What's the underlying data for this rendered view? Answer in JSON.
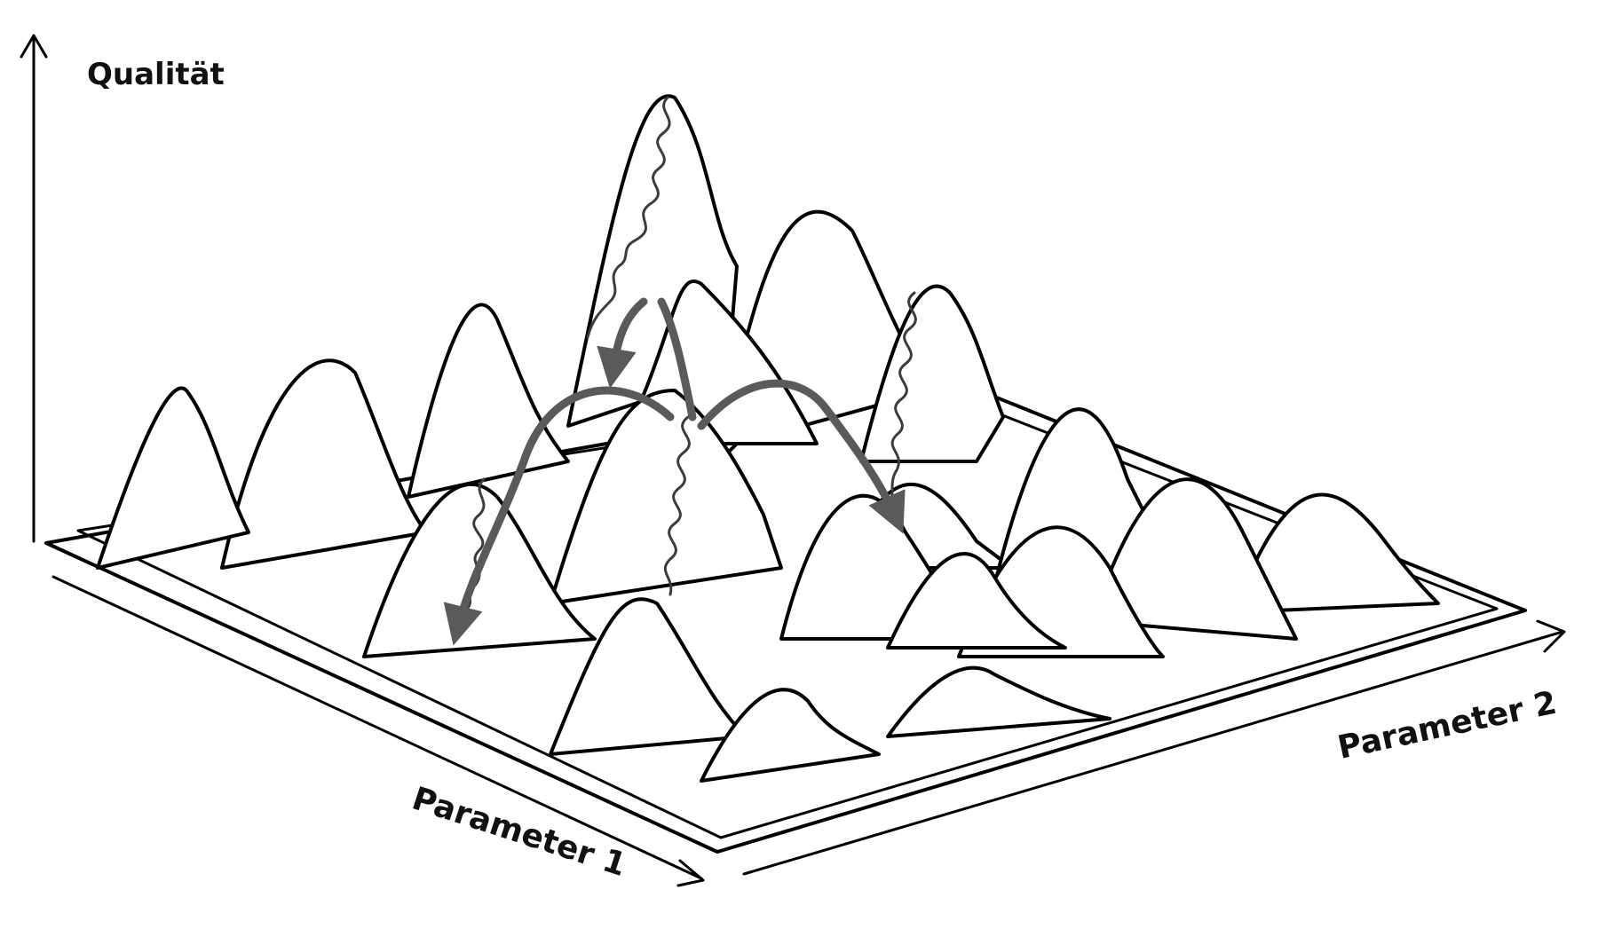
{
  "labels": {
    "y_axis": "Qualität",
    "x_axis": "Parameter 1",
    "z_axis": "Parameter 2"
  },
  "colors": {
    "line": "#000000",
    "arrow": "#5a5a5a",
    "walk": "#3c3c3c",
    "background": "#ffffff"
  }
}
